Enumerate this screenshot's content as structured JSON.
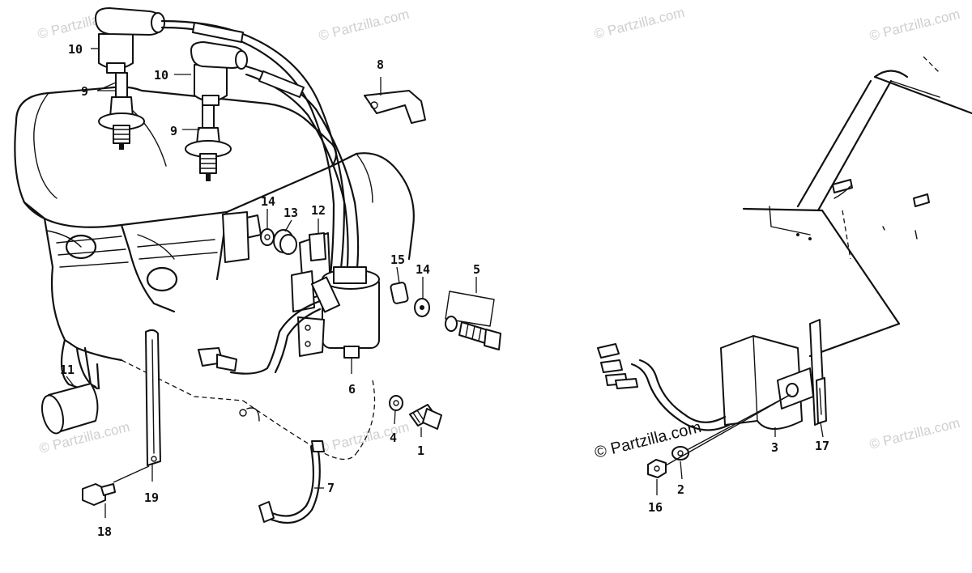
{
  "watermark": "© Partzilla.com",
  "copyright": "© Partzilla.com",
  "callouts": {
    "c10a": "10",
    "c10b": "10",
    "c9a": "9",
    "c9b": "9",
    "c8": "8",
    "c14a": "14",
    "c13": "13",
    "c12": "12",
    "c15": "15",
    "c14b": "14",
    "c5": "5",
    "c6": "6",
    "c4": "4",
    "c1": "1",
    "c11": "11",
    "c19": "19",
    "c18": "18",
    "c7": "7",
    "c3": "3",
    "c17": "17",
    "c2": "2",
    "c16": "16"
  }
}
